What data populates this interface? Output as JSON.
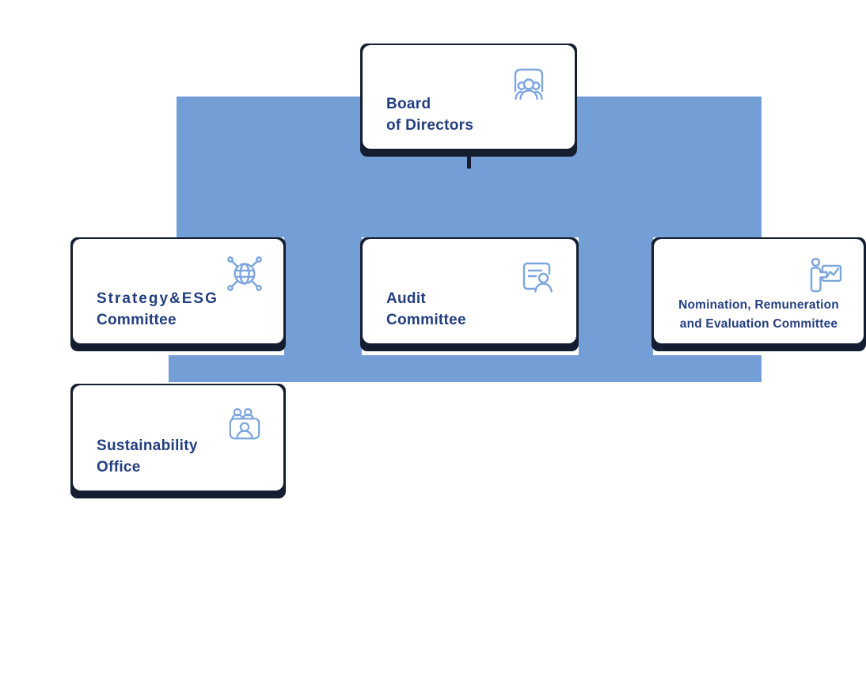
{
  "colors": {
    "connector": "#739fd6",
    "card_frame": "#141e30",
    "text": "#223e7f",
    "icon": "#7ea6de",
    "card_background": "#ffffff",
    "page_background": "#ffffff"
  },
  "nodes": {
    "board": {
      "line1": "Board",
      "line2": "of Directors",
      "icon": "boardroom-people-icon"
    },
    "strategy": {
      "line1": "Strategy&ESG",
      "line2": "Committee",
      "icon": "globe-network-icon"
    },
    "audit": {
      "line1": "Audit",
      "line2": "Committee",
      "icon": "document-person-icon"
    },
    "nomination": {
      "line1": "Nomination, Remuneration",
      "line2": "and Evaluation Committee",
      "icon": "presenter-chart-icon"
    },
    "sustainability": {
      "line1": "Sustainability",
      "line2": "Office",
      "icon": "meeting-panel-icon"
    }
  }
}
